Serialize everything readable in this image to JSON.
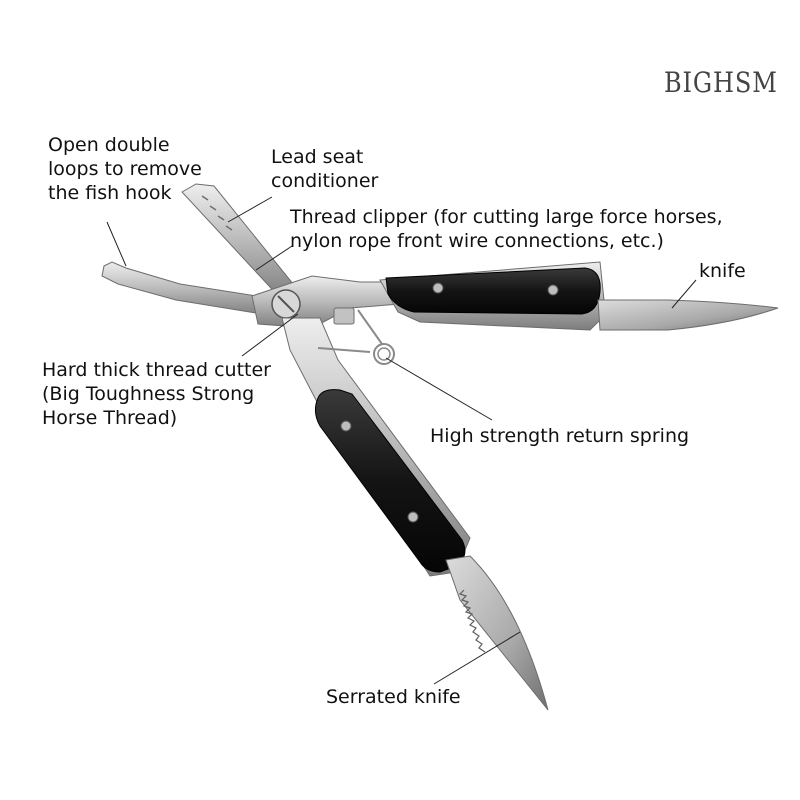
{
  "brand": "BIGHSM",
  "labels": {
    "hook_remover": [
      "Open double",
      "loops to remove",
      "the fish hook"
    ],
    "lead_seat": [
      "Lead seat",
      "conditioner"
    ],
    "thread_clipper": [
      "Thread clipper (for cutting large force horses,",
      "nylon rope front wire connections, etc.)"
    ],
    "knife": "knife",
    "thread_cutter": [
      "Hard thick thread cutter",
      "(Big Toughness Strong",
      "Horse Thread)"
    ],
    "spring": "High strength return spring",
    "serrated_knife": "Serrated knife"
  },
  "colors": {
    "steel": "#c9c9c9",
    "steel_dark": "#8e8e8e",
    "handle": "#1a1a1a",
    "text": "#111111",
    "brand": "#444444"
  }
}
